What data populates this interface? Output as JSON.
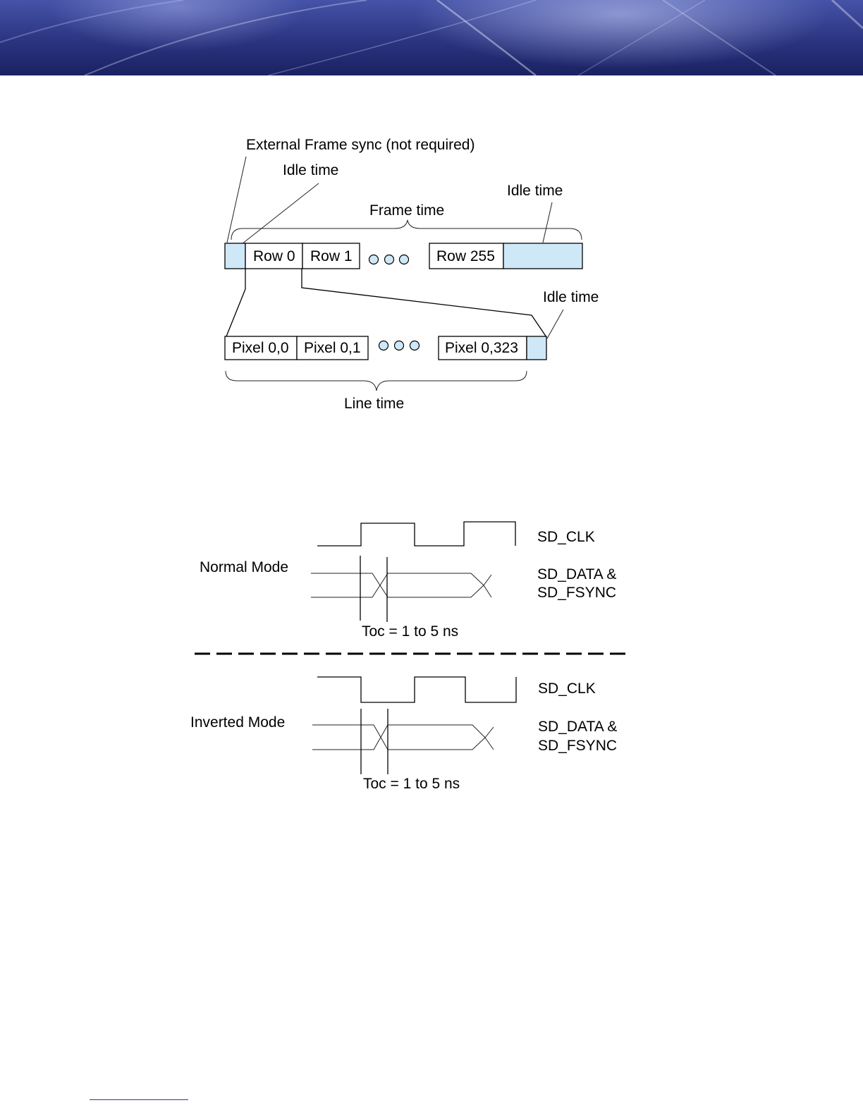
{
  "frame_diagram": {
    "external_sync_label": "External Frame sync (not required)",
    "idle_time_label_1": "Idle time",
    "idle_time_label_2": "Idle time",
    "idle_time_label_3": "Idle time",
    "frame_time_label": "Frame time",
    "rows": [
      "Row 0",
      "Row 1",
      "Row 255"
    ],
    "pixels": [
      "Pixel 0,0",
      "Pixel 0,1",
      "Pixel 0,323"
    ],
    "line_time_label": "Line time"
  },
  "timing_diagram": {
    "normal": {
      "mode_label": "Normal Mode",
      "clk_label": "SD_CLK",
      "data_label_line1": "SD_DATA &",
      "data_label_line2": "SD_FSYNC",
      "toc_label": "Toc = 1 to 5 ns"
    },
    "inverted": {
      "mode_label": "Inverted Mode",
      "clk_label": "SD_CLK",
      "data_label_line1": "SD_DATA &",
      "data_label_line2": "SD_FSYNC",
      "toc_label": "Toc = 1 to 5 ns"
    }
  },
  "colors": {
    "idle_fill": "#cfe8f8",
    "banner_dark": "#1a2262",
    "banner_light": "#4553a8"
  }
}
